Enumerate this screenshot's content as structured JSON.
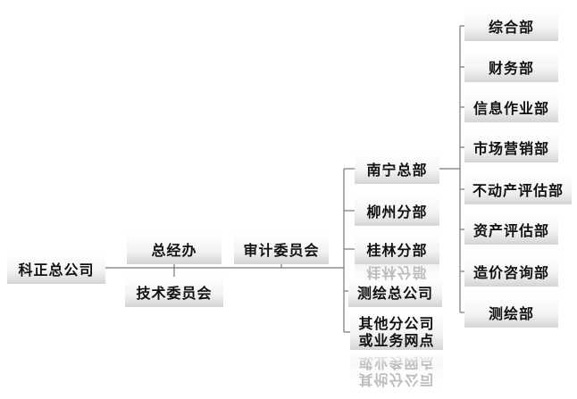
{
  "root": {
    "label": "科正总公司"
  },
  "level1": [
    {
      "id": "zongjingban",
      "label": "总经办"
    },
    {
      "id": "jishu",
      "label": "技术委员会"
    }
  ],
  "audit": {
    "label": "审计委员会"
  },
  "branches": [
    {
      "label": "南宁总部"
    },
    {
      "label": "柳州分部"
    },
    {
      "label": "桂林分部"
    },
    {
      "label": "测绘总公司"
    },
    {
      "line1": "其他分公司",
      "line2": "或业务网点"
    }
  ],
  "departments": [
    {
      "label": "综合部"
    },
    {
      "label": "财务部"
    },
    {
      "label": "信息作业部"
    },
    {
      "label": "市场营销部"
    },
    {
      "label": "不动产评估部"
    },
    {
      "label": "资产评估部"
    },
    {
      "label": "造价咨询部"
    },
    {
      "label": "测绘部"
    }
  ]
}
